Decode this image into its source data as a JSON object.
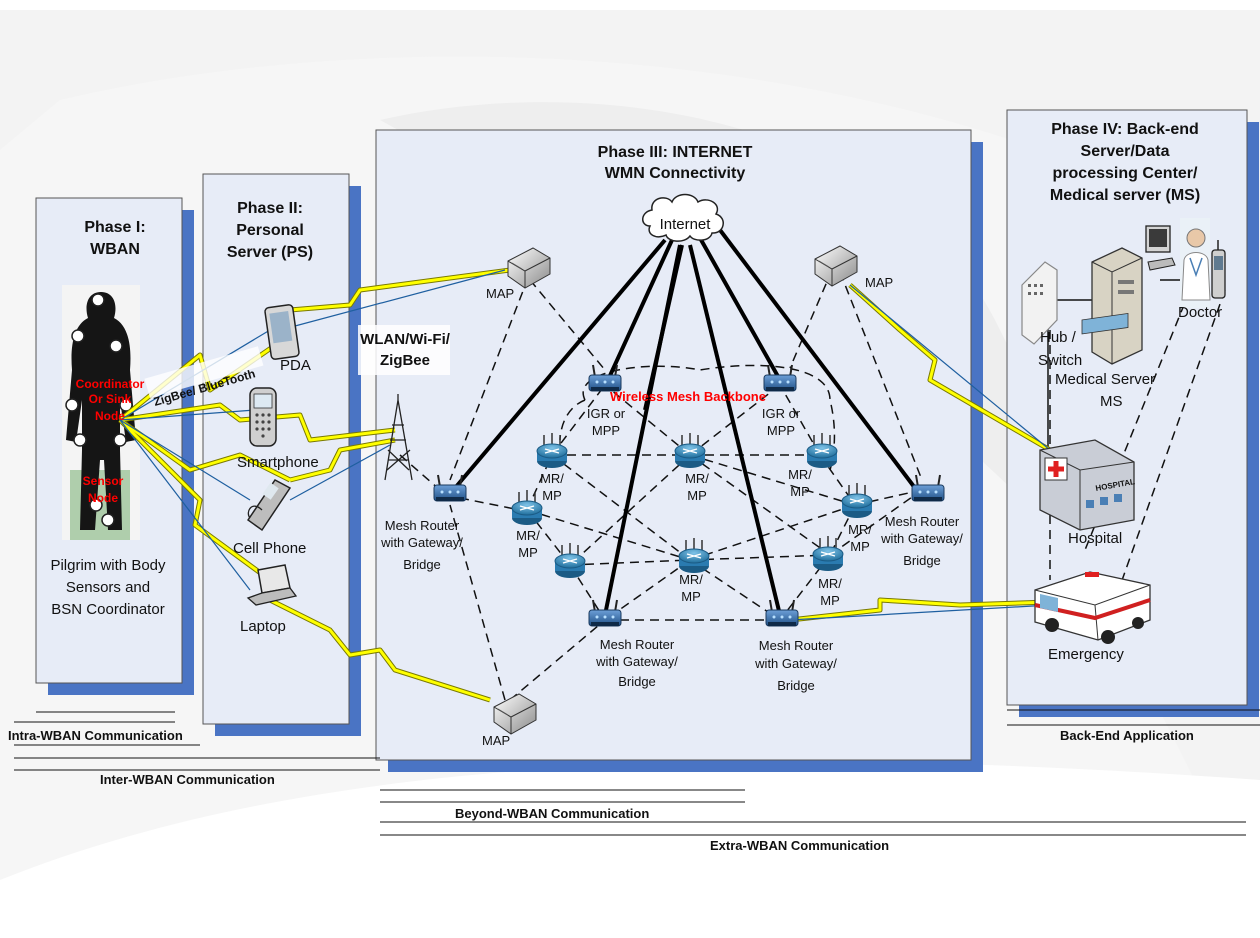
{
  "phases": {
    "p1": {
      "title_line1": "Phase I:",
      "title_line2": "WBAN",
      "caption_line1": "Pilgrim with Body",
      "caption_line2": "Sensors and",
      "caption_line3": "BSN Coordinator",
      "coordinator_line1": "Coordinator",
      "coordinator_line2": "Or Sink",
      "coordinator_line3": "Node",
      "sensor_line1": "Sensor",
      "sensor_line2": "Node"
    },
    "p2": {
      "title_line1": "Phase II:",
      "title_line2": "Personal",
      "title_line3": "Server (PS)",
      "pda": "PDA",
      "smartphone": "Smartphone",
      "cellphone": "Cell Phone",
      "laptop": "Laptop"
    },
    "p3": {
      "title_line1": "Phase III: INTERNET",
      "title_line2": "WMN Connectivity",
      "internet": "Internet",
      "backbone": "Wireless Mesh Backbone",
      "map": "MAP",
      "igr_line1": "IGR or",
      "igr_line2": "MPP",
      "mr_line1": "MR/",
      "mr_line2": "MP",
      "gw_line1": "Mesh Router",
      "gw_line2": "with Gateway/",
      "gw_line3": "Bridge"
    },
    "p4": {
      "title_line1": "Phase IV: Back-end",
      "title_line2": "Server/Data",
      "title_line3": "processing Center/",
      "title_line4": "Medical server (MS)",
      "hub_line1": "Hub /",
      "hub_line2": "Switch",
      "doctor": "Doctor",
      "server_line1": "Medical Server",
      "server_line2": "MS",
      "hospital": "Hospital",
      "hospital_sign": "HOSPITAL",
      "emergency": "Emergency"
    }
  },
  "links": {
    "zigbee_bt": "ZigBee/ BlueTooth",
    "wlan_line1": "WLAN/Wi-Fi/",
    "wlan_line2": "ZigBee"
  },
  "bottom": {
    "intra": "Intra-WBAN Communication",
    "inter": "Inter-WBAN Communication",
    "beyond": "Beyond-WBAN Communication",
    "extra": "Extra-WBAN Communication",
    "backend": "Back-End Application"
  },
  "colors": {
    "panel": "#e7ecf7",
    "shadow": "#4a74c4",
    "lightning": "#ffff00",
    "red_label": "#ff0000",
    "router_blue": "#3b73a8"
  }
}
